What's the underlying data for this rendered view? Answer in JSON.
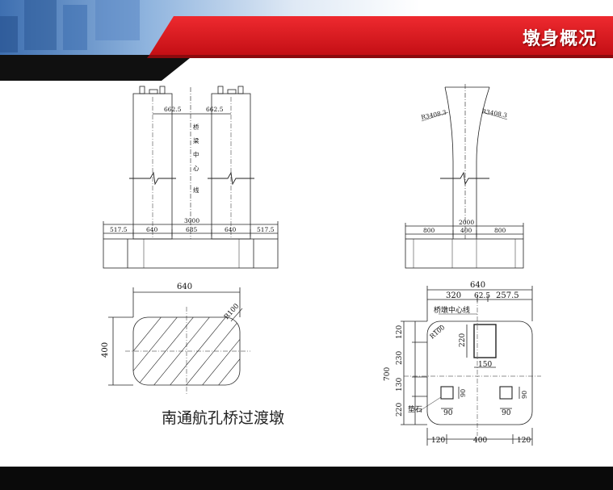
{
  "slide": {
    "title": "墩身概况"
  },
  "caption": "南通航孔桥过渡墩",
  "colors": {
    "accent": "#d8141c",
    "header_dark": "#101010",
    "footer": "#0a0a0a"
  },
  "drawing1": {
    "d_left": "662.5",
    "d_right": "662.5",
    "center_label": [
      "桥",
      "梁",
      "中",
      "心",
      "线"
    ],
    "total": "3000",
    "segs": [
      "517.5",
      "640",
      "685",
      "640",
      "517.5"
    ]
  },
  "drawing2": {
    "r_left": "R3408.3",
    "r_right": "R3408.3",
    "total": "2000",
    "segs": [
      "800",
      "400",
      "800"
    ]
  },
  "drawing3": {
    "width": "640",
    "height": "400",
    "radius": "R100"
  },
  "drawing4": {
    "width": "640",
    "top_segs": [
      "320",
      "62.5",
      "257.5"
    ],
    "center_label": "桥墩中心线",
    "radius": "R100",
    "left_segs": [
      "120",
      "230",
      "130",
      "220"
    ],
    "total_h": "700",
    "rect_h": "220",
    "rect_w": "150",
    "pad_dim": "90",
    "pad_label": "垫石",
    "bottom_segs": [
      "120",
      "400",
      "120"
    ]
  }
}
